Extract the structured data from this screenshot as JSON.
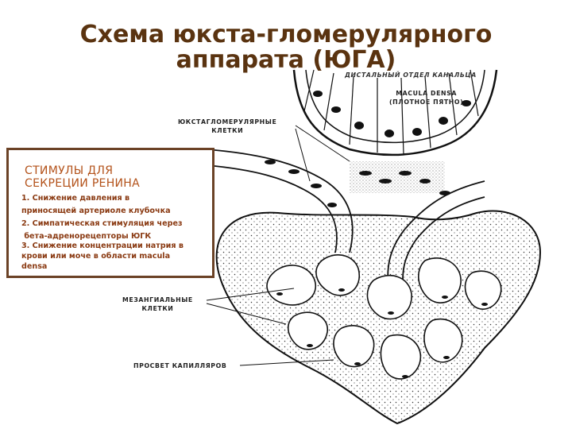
{
  "title": {
    "line1": "Схема юкста-гломерулярного",
    "line2": "аппарата (ЮГА)"
  },
  "stimuli_box": {
    "heading_line1": "СТИМУЛЫ    ДЛЯ",
    "heading_line2": "СЕКРЕЦИИ  РЕНИНА",
    "items": [
      {
        "line1": "1. Снижение  давления  в",
        "line2": "приносящей артериоле  клубочка"
      },
      {
        "line1": "2. Симпатическая стимуляция  через",
        "line2": " бета-адренорецепторы ЮГК"
      },
      {
        "line1": "3. Снижение  концентрации натрия в",
        "line2": "крови или моче в области macula",
        "line3": "densa"
      }
    ]
  },
  "diagram_labels": {
    "distal": "ДИСТАЛЬНЫЙ  ОТДЕЛ  КАНАЛЬЦА",
    "macula_line1": "MACULA  DENSA",
    "macula_line2": "(ПЛОТНОЕ  ПЯТНО)",
    "jg_line1": "ЮКСТАГЛОМЕРУЛЯРНЫЕ",
    "jg_line2": "КЛЕТКИ",
    "mesangial_line1": "МЕЗАНГИАЛЬНЫЕ",
    "mesangial_line2": "КЛЕТКИ",
    "lumen": "ПРОСВЕТ  КАПИЛЛЯРОВ"
  }
}
